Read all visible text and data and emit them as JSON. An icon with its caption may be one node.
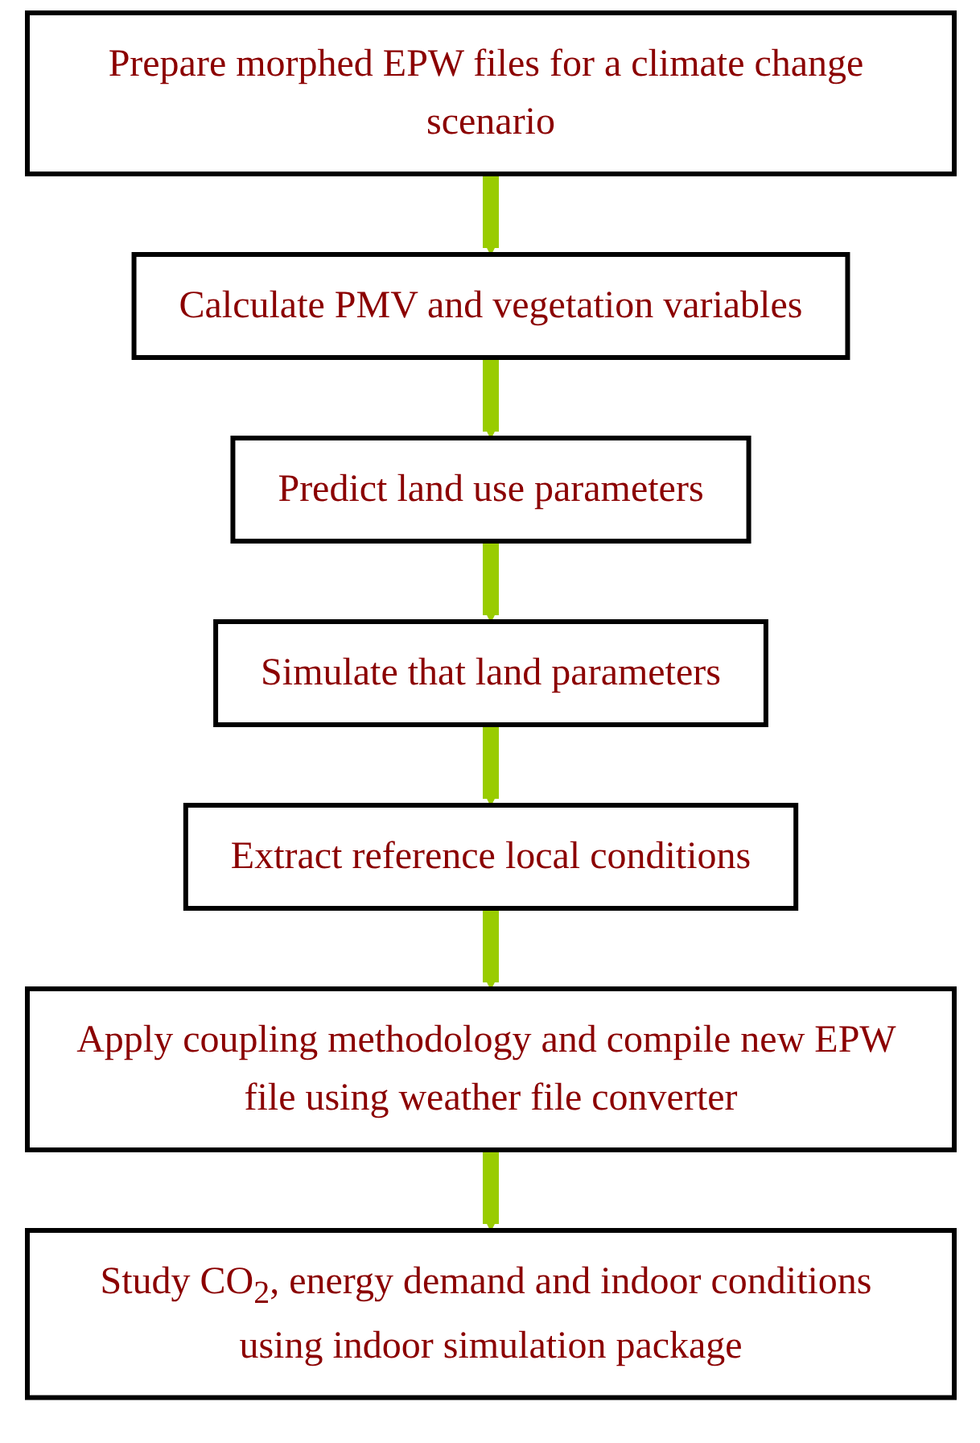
{
  "diagram": {
    "nodes": [
      {
        "text": [
          "Prepare morphed EPW files for a climate change scenario"
        ]
      },
      {
        "text": [
          "Calculate PMV and vegetation variables"
        ]
      },
      {
        "text": [
          "Predict land use parameters"
        ]
      },
      {
        "text": [
          "Simulate that land parameters"
        ]
      },
      {
        "text": [
          "Extract reference local conditions"
        ]
      },
      {
        "text": [
          "Apply coupling methodology and compile new EPW file using weather file converter"
        ]
      },
      {
        "text": [
          "Study CO$_{2}$, energy demand and indoor conditions using indoor simulation package"
        ]
      }
    ],
    "edges": [
      {
        "from": 0,
        "to": 1,
        "arrow": "to"
      },
      {
        "from": 1,
        "to": 2,
        "arrow": "to"
      },
      {
        "from": 2,
        "to": 3,
        "arrow": "to"
      },
      {
        "from": 3,
        "to": 4,
        "arrow": "to"
      },
      {
        "from": 4,
        "to": 5,
        "arrow": "to"
      },
      {
        "from": 5,
        "to": 6,
        "arrow": "to"
      }
    ]
  }
}
